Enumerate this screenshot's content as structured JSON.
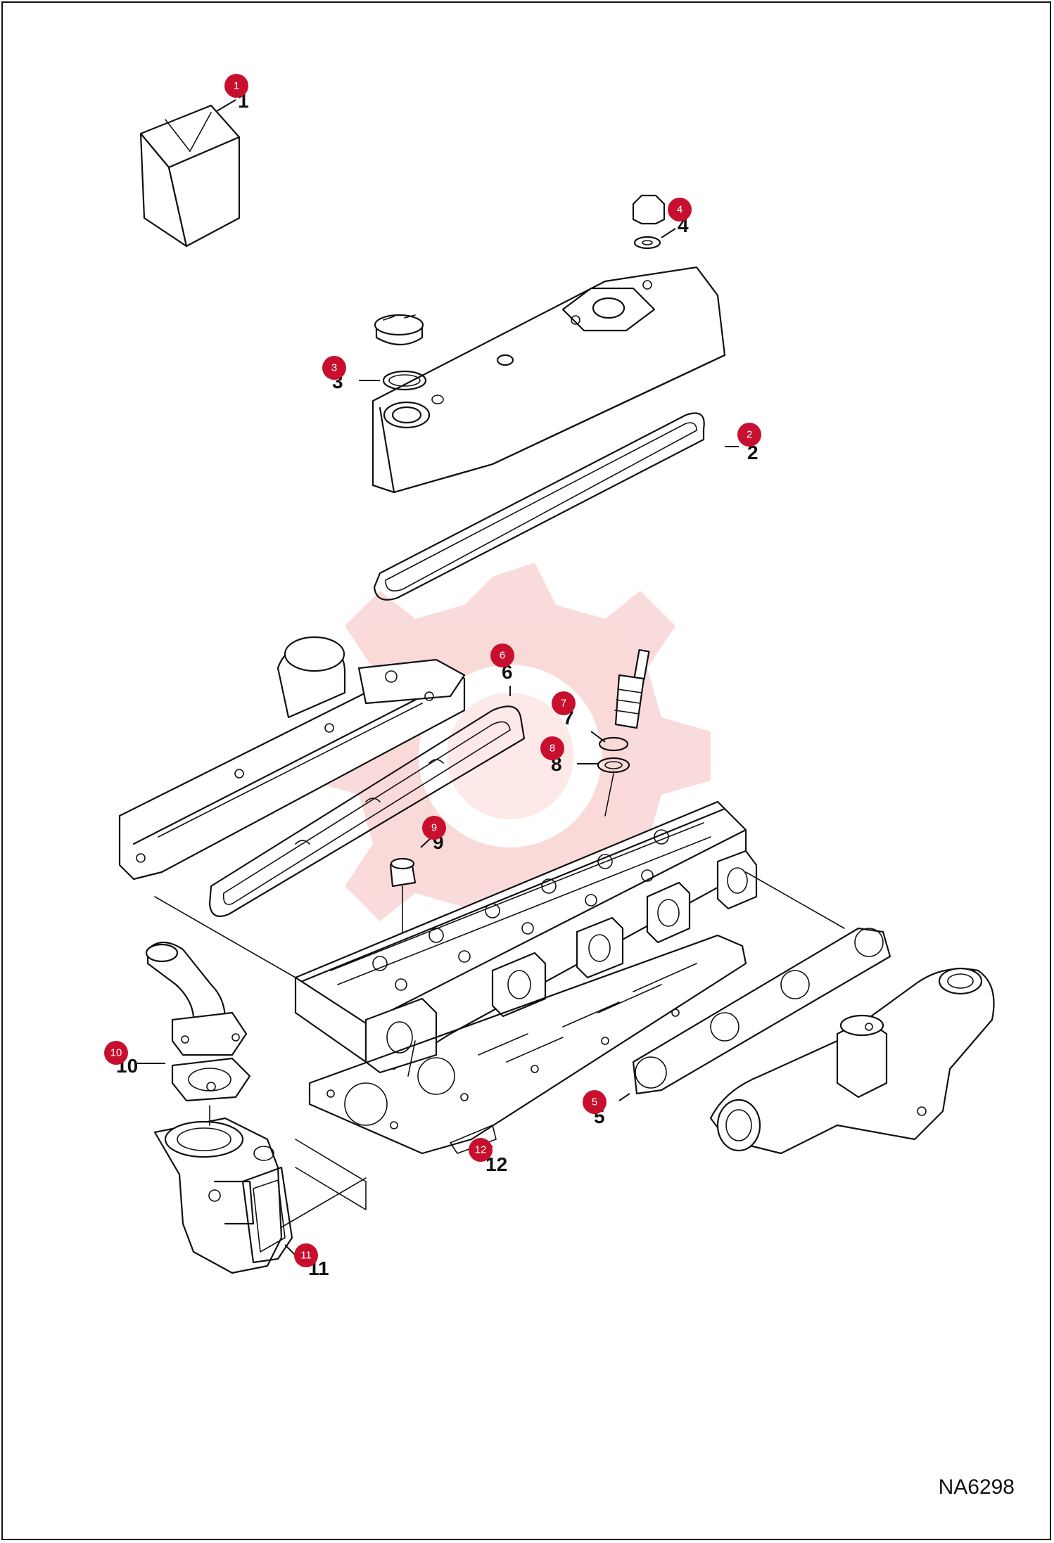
{
  "diagram_code": "NA6298",
  "accent_color": "#c8102e",
  "callouts": [
    {
      "number": "1"
    },
    {
      "number": "2"
    },
    {
      "number": "3"
    },
    {
      "number": "4"
    },
    {
      "number": "5"
    },
    {
      "number": "6"
    },
    {
      "number": "7"
    },
    {
      "number": "8"
    },
    {
      "number": "9"
    },
    {
      "number": "10"
    },
    {
      "number": "11"
    },
    {
      "number": "12"
    }
  ]
}
